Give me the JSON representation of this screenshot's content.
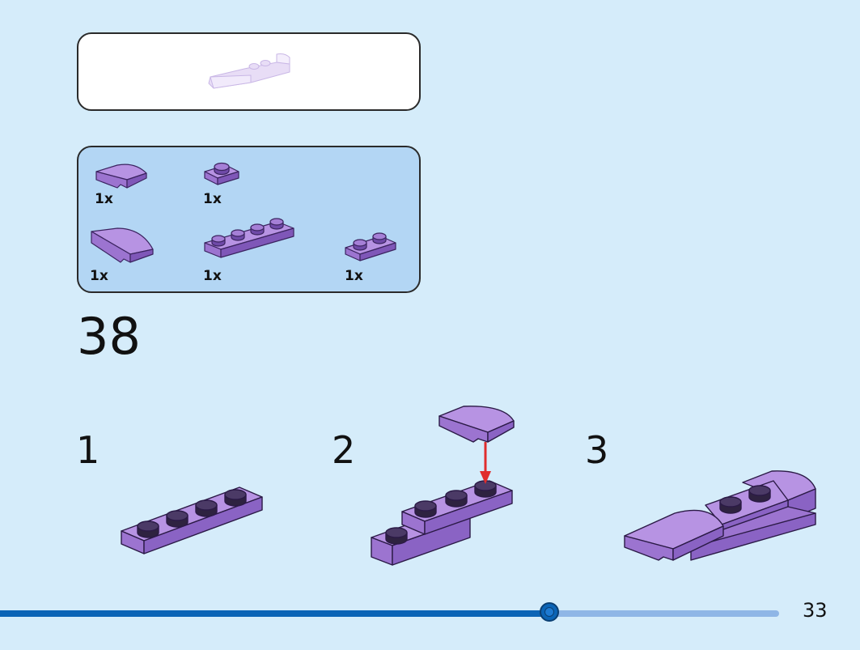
{
  "colors": {
    "background": "#d5ecfa",
    "parts_box": "#b3d6f4",
    "brick_purple": "#a57fd6",
    "brick_light": "#e3d6f5",
    "arrow": "#e02d2d",
    "progress_fill": "#0b64b6",
    "progress_track": "#8fb6e6"
  },
  "submodel": {
    "icon": "ghost-assembly-icon"
  },
  "parts": [
    {
      "icon": "curved-slope-small-icon",
      "qty": "1x"
    },
    {
      "icon": "plate-1x1-icon",
      "qty": "1x"
    },
    {
      "icon": "curved-slope-large-icon",
      "qty": "1x"
    },
    {
      "icon": "plate-1x4-icon",
      "qty": "1x"
    },
    {
      "icon": "plate-1x2-icon",
      "qty": "1x"
    }
  ],
  "step": {
    "number": "38"
  },
  "substeps": [
    {
      "label": "1",
      "icon": "plate-1x4-icon"
    },
    {
      "label": "2",
      "icon": "attach-curved-slope-icon"
    },
    {
      "label": "3",
      "icon": "finished-subassembly-icon"
    }
  ],
  "progress": {
    "fraction": 0.705
  },
  "page": {
    "number": "33"
  }
}
